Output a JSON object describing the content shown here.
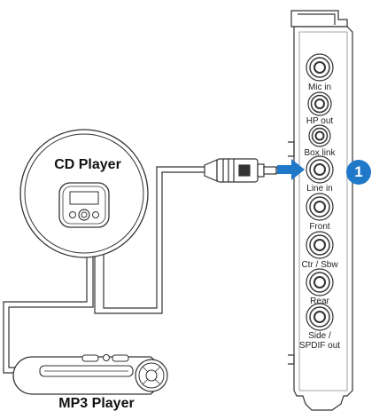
{
  "devices": {
    "cd_player": "CD Player",
    "mp3_player": "MP3 Player"
  },
  "ports": [
    {
      "id": "mic-in",
      "label": "Mic in"
    },
    {
      "id": "hp-out",
      "label": "HP out"
    },
    {
      "id": "box-link",
      "label": "Box link"
    },
    {
      "id": "line-in",
      "label": "Line in"
    },
    {
      "id": "front",
      "label": "Front"
    },
    {
      "id": "ctr-sbw",
      "label": "Ctr / Sbw"
    },
    {
      "id": "rear",
      "label": "Rear"
    },
    {
      "id": "side-spdif-out",
      "label": "Side /\nSPDIF out"
    }
  ],
  "callout": "1",
  "colors": {
    "arrow": "#1f78c8",
    "badge": "#1f78c8",
    "line": "#333333"
  }
}
